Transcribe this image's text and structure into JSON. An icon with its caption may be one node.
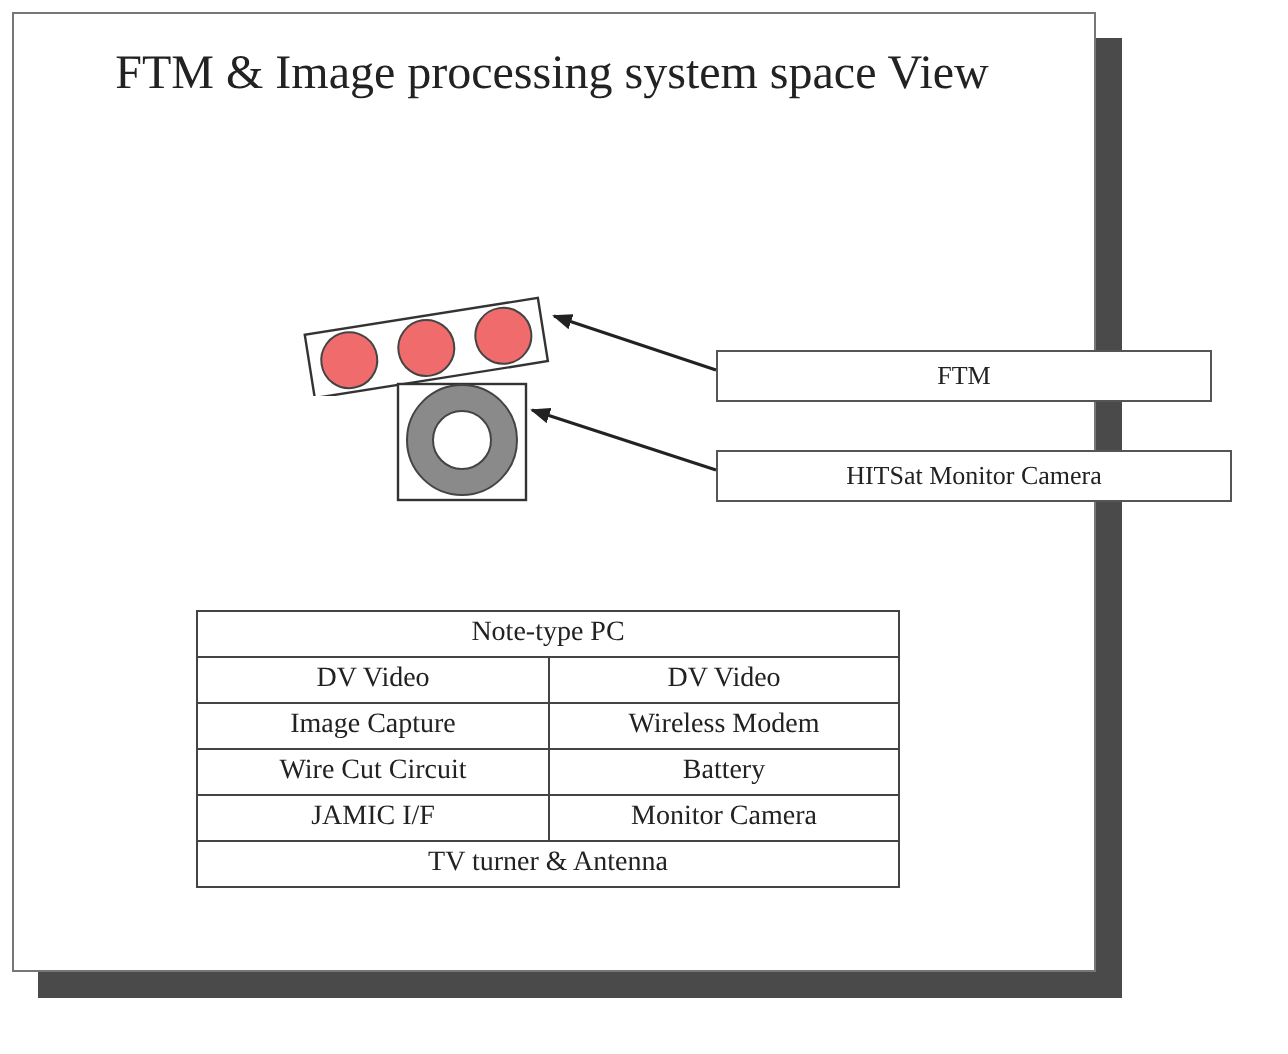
{
  "diagram": {
    "title": "FTM & Image processing system space View",
    "nodes": [
      {
        "text": [],
        "shape": "picture"
      },
      {
        "text": [],
        "shape": "picture"
      },
      {
        "text": [
          "FTM"
        ]
      },
      {
        "text": [
          "HITSat Monitor Camera"
        ]
      }
    ],
    "edges": [
      {
        "from": 2,
        "to": 0,
        "arrow": "to"
      },
      {
        "from": 3,
        "to": 1,
        "arrow": "to"
      }
    ],
    "labels": [
      "Note-type PC",
      "DV Video",
      "DV Video",
      "Image Capture",
      "Wireless Modem",
      "Wire Cut Circuit",
      "Battery",
      "JAMIC I/F",
      "Monitor Camera",
      "TV turner & Antenna"
    ]
  }
}
